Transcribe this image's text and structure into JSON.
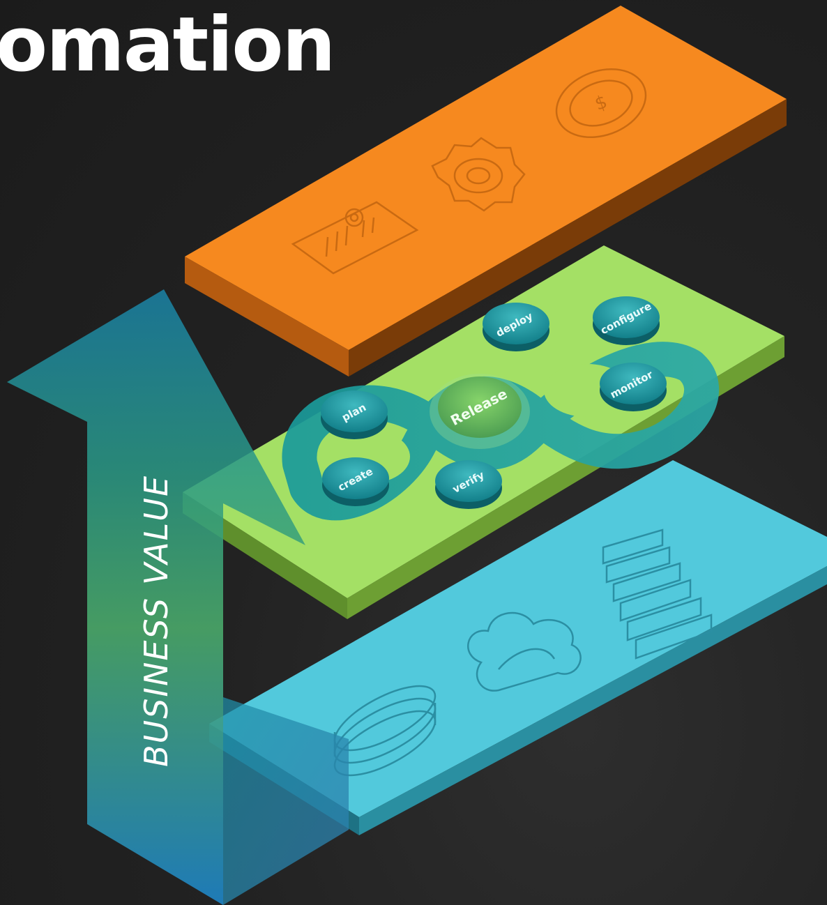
{
  "title": "omation",
  "arrow": {
    "label": "BUSINESS VALUE"
  },
  "layers": {
    "top": {
      "color": "#f5891f",
      "icons": [
        "document-gear-icon",
        "gear-icon",
        "dollar-cycle-icon"
      ]
    },
    "middle": {
      "color": "#a4e065"
    },
    "bottom": {
      "color": "#4fc8dc",
      "icons": [
        "database-icon",
        "cloud-icon",
        "server-rack-icon"
      ]
    }
  },
  "devops_loop": {
    "center_label": "Release",
    "nodes": [
      "deploy",
      "configure",
      "monitor",
      "plan",
      "create",
      "verify"
    ]
  }
}
